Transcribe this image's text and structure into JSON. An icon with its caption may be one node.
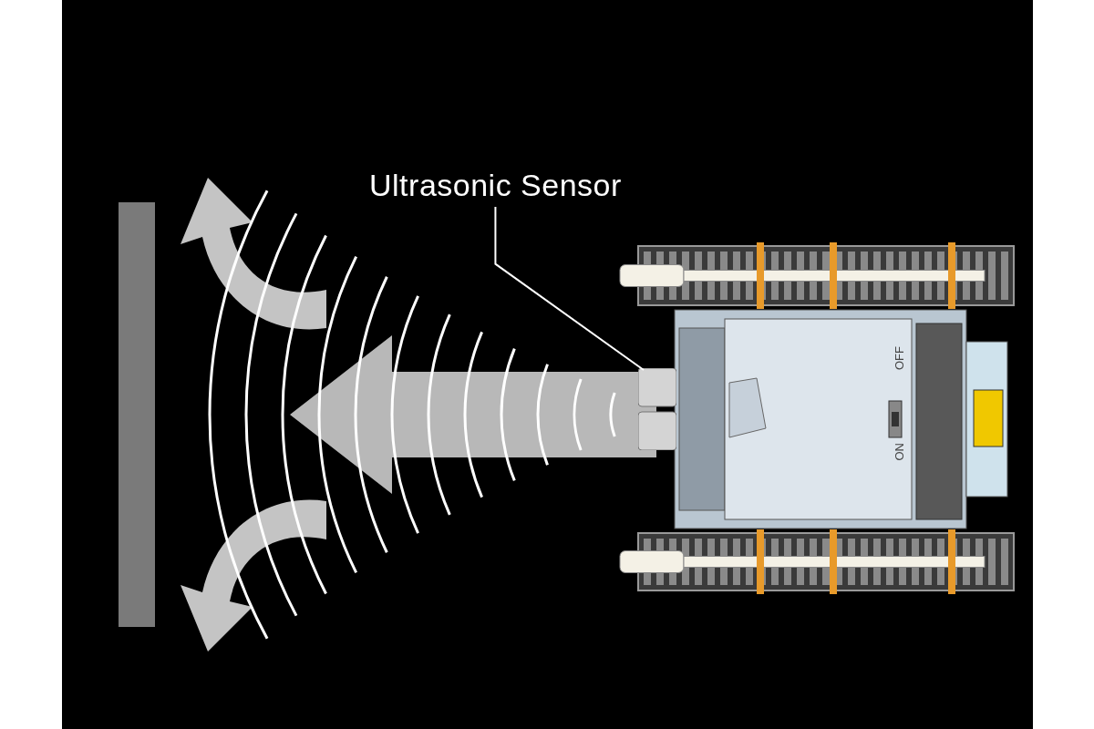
{
  "diagram": {
    "nodes": [
      {
        "text": [
          "Ultrasonic Sensor"
        ]
      },
      {
        "text": [],
        "shape": "picture"
      }
    ],
    "edges": [
      {
        "from": 0,
        "to": 1,
        "arrow": "none"
      }
    ],
    "labels": [
      "ON",
      "OFF"
    ]
  }
}
